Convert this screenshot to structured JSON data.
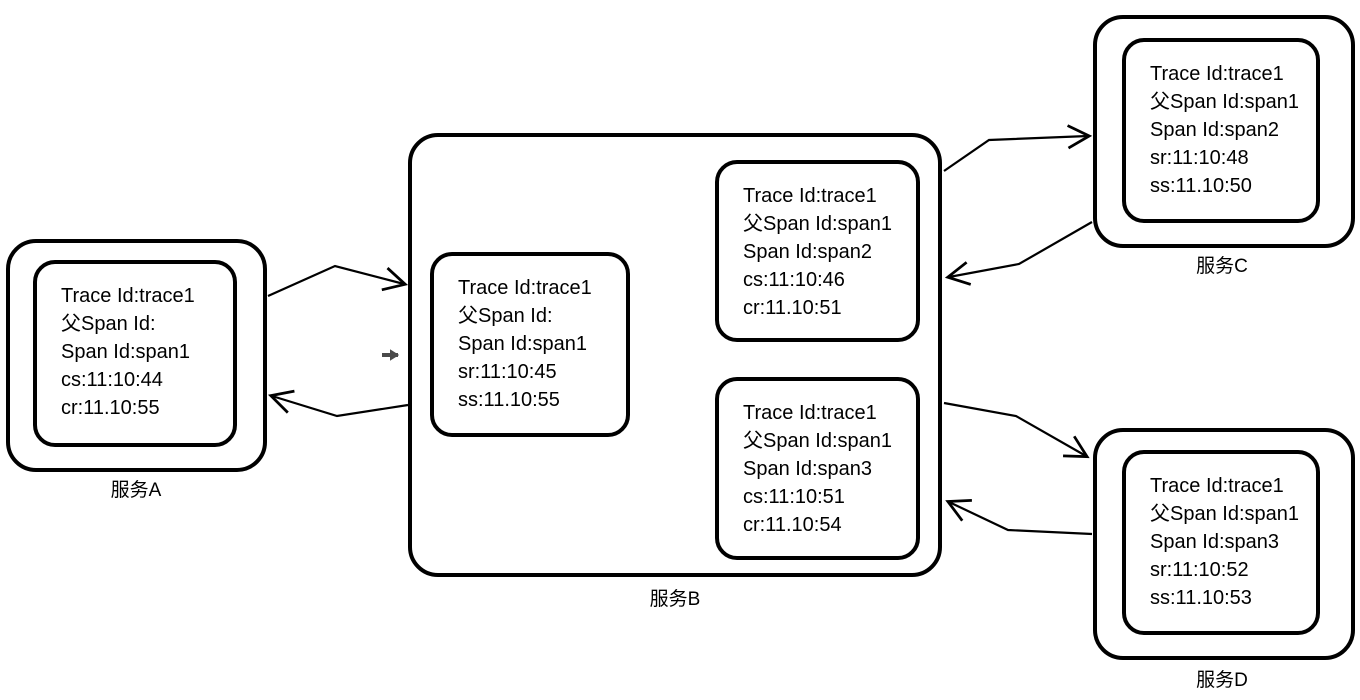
{
  "diagram_title": "distributed-tracing-span-diagram",
  "colors": {
    "stroke": "#000000",
    "background": "#ffffff",
    "small_arrow": "#4a4a4a"
  },
  "services": {
    "a": {
      "label": "服务A",
      "span": {
        "lines": [
          "Trace Id:trace1",
          "父Span Id:",
          "Span Id:span1",
          "cs:11:10:44",
          "cr:11.10:55"
        ]
      }
    },
    "b": {
      "label": "服务B",
      "spans": [
        {
          "lines": [
            "Trace Id:trace1",
            "父Span Id:",
            "Span Id:span1",
            "sr:11:10:45",
            "ss:11.10:55"
          ]
        },
        {
          "lines": [
            "Trace Id:trace1",
            "父Span Id:span1",
            "Span Id:span2",
            "cs:11:10:46",
            "cr:11.10:51"
          ]
        },
        {
          "lines": [
            "Trace Id:trace1",
            "父Span Id:span1",
            "Span Id:span3",
            "cs:11:10:51",
            "cr:11.10:54"
          ]
        }
      ]
    },
    "c": {
      "label": "服务C",
      "span": {
        "lines": [
          "Trace Id:trace1",
          "父Span Id:span1",
          "Span Id:span2",
          "sr:11:10:48",
          "ss:11.10:50"
        ]
      }
    },
    "d": {
      "label": "服务D",
      "span": {
        "lines": [
          "Trace Id:trace1",
          "父Span Id:span1",
          "Span Id:span3",
          "sr:11:10:52",
          "ss:11.10:53"
        ]
      }
    }
  }
}
